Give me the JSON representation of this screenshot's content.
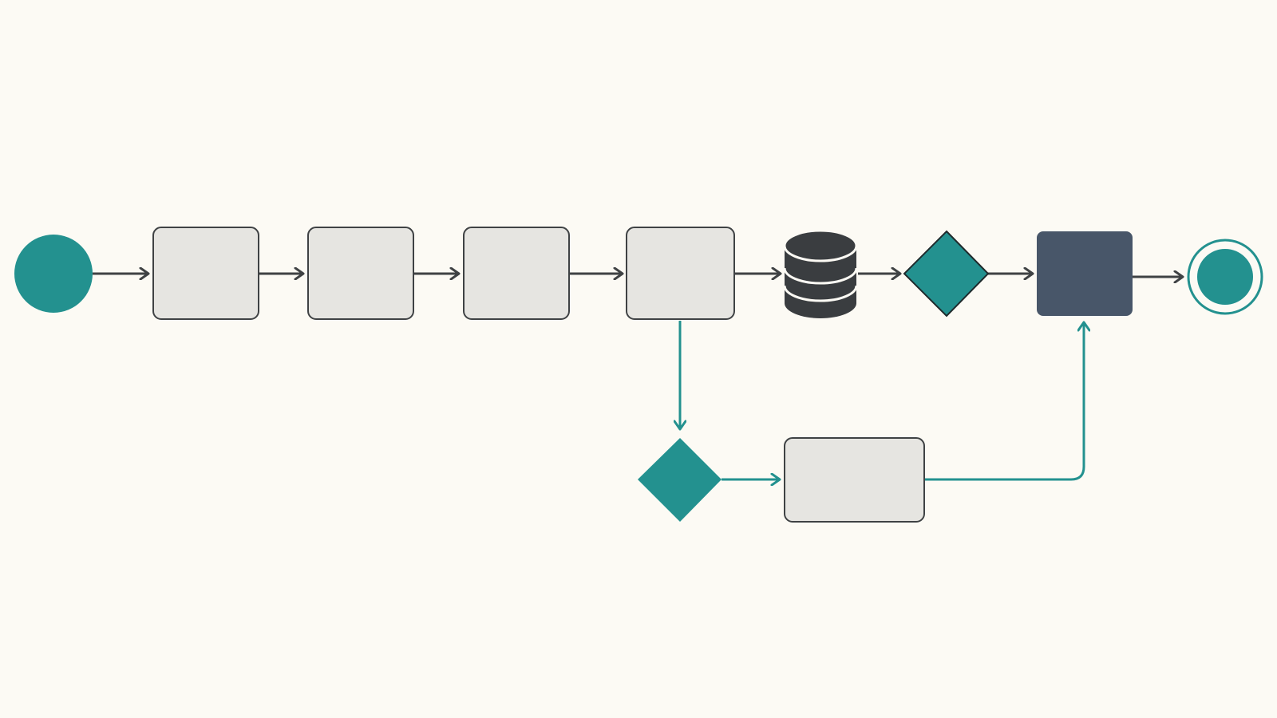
{
  "diagram": {
    "type": "process-flowchart",
    "colors": {
      "background": "#fcfaf4",
      "teal": "#23918f",
      "dark": "#3a3d40",
      "navy": "#485669",
      "box_fill": "#e6e5e1",
      "box_stroke": "#3f4244",
      "arrow_main": "#3f4244",
      "arrow_branch": "#23918f"
    },
    "nodes": [
      {
        "id": "start",
        "shape": "start-event",
        "label": ""
      },
      {
        "id": "task-1",
        "shape": "task",
        "label": ""
      },
      {
        "id": "task-2",
        "shape": "task",
        "label": ""
      },
      {
        "id": "task-3",
        "shape": "task",
        "label": ""
      },
      {
        "id": "task-4",
        "shape": "task",
        "label": ""
      },
      {
        "id": "database",
        "shape": "data-store",
        "icon": "database-icon",
        "label": ""
      },
      {
        "id": "gateway-1",
        "shape": "gateway",
        "label": ""
      },
      {
        "id": "task-highlight",
        "shape": "task-highlighted",
        "label": ""
      },
      {
        "id": "end",
        "shape": "end-event",
        "label": ""
      },
      {
        "id": "gateway-2",
        "shape": "gateway",
        "label": ""
      },
      {
        "id": "task-5",
        "shape": "task",
        "label": ""
      }
    ],
    "edges": [
      {
        "from": "start",
        "to": "task-1",
        "style": "main"
      },
      {
        "from": "task-1",
        "to": "task-2",
        "style": "main"
      },
      {
        "from": "task-2",
        "to": "task-3",
        "style": "main"
      },
      {
        "from": "task-3",
        "to": "task-4",
        "style": "main"
      },
      {
        "from": "task-4",
        "to": "database",
        "style": "main"
      },
      {
        "from": "database",
        "to": "gateway-1",
        "style": "main"
      },
      {
        "from": "gateway-1",
        "to": "task-highlight",
        "style": "main"
      },
      {
        "from": "task-highlight",
        "to": "end",
        "style": "main"
      },
      {
        "from": "task-4",
        "to": "gateway-2",
        "style": "branch"
      },
      {
        "from": "gateway-2",
        "to": "task-5",
        "style": "branch"
      },
      {
        "from": "task-5",
        "to": "task-highlight",
        "style": "branch"
      }
    ]
  }
}
